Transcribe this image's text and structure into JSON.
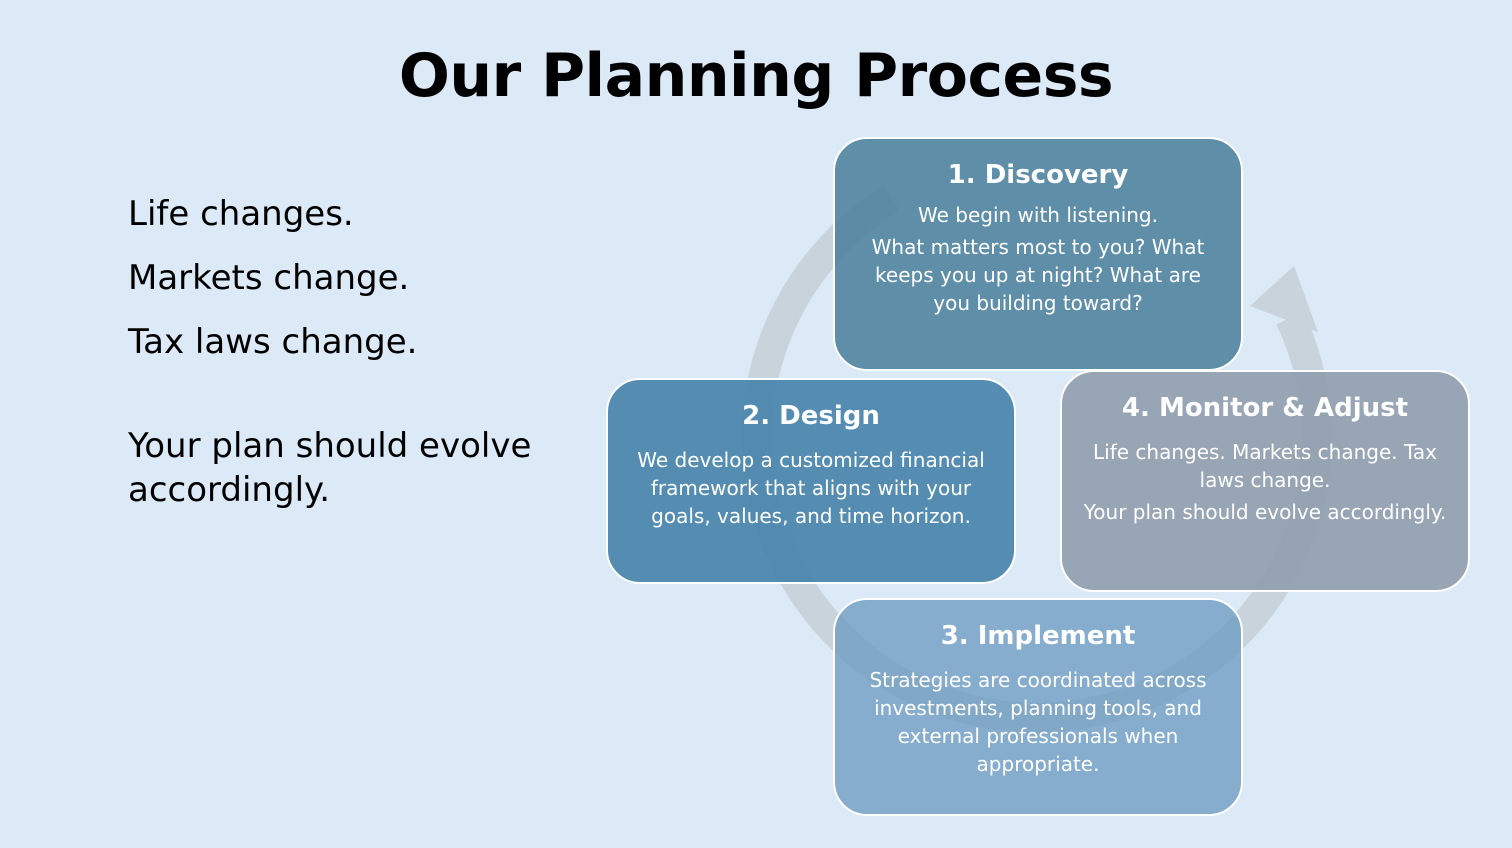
{
  "slide": {
    "title": "Our Planning Process",
    "intro": {
      "lines": [
        "Life changes.",
        "Markets change.",
        "Tax laws change."
      ],
      "closing": "Your plan should evolve accordingly."
    }
  },
  "cycle": {
    "steps": [
      {
        "heading": "1. Discovery",
        "paragraphs": [
          "We begin with listening.",
          "What matters most to you? What keeps you up at night? What are you building toward?"
        ]
      },
      {
        "heading": "2. Design",
        "paragraphs": [
          "We develop a customized financial framework that aligns with your goals, values, and time horizon."
        ]
      },
      {
        "heading": "3. Implement",
        "paragraphs": [
          "Strategies are coordinated across investments, planning tools, and external professionals when appropriate."
        ]
      },
      {
        "heading": "4. Monitor & Adjust",
        "paragraphs": [
          "Life changes. Markets change. Tax laws change.",
          "Your plan should evolve accordingly."
        ]
      }
    ]
  },
  "colors": {
    "background": "#dce9f7",
    "discovery": "#4d819e",
    "design": "#4280a8",
    "implement": "#709dc2",
    "monitor": "#919eae",
    "cycle_arrow": "#c9d3dc"
  }
}
